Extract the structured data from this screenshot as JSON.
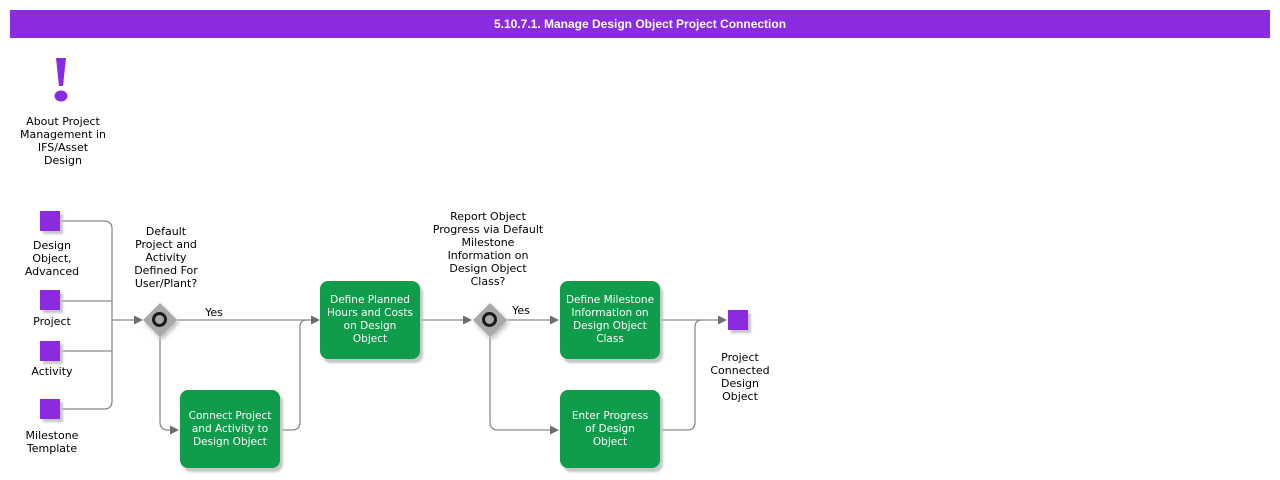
{
  "title": "5.10.7.1. Manage Design Object Project Connection",
  "colors": {
    "purple": "#8A2BE2",
    "green": "#0F9C4B",
    "line": "#8a8a8a",
    "arrow": "#6e6e6e",
    "diamond": "#a9a9a9"
  },
  "about": {
    "label": "About Project\nManagement in\nIFS/Asset\nDesign"
  },
  "inputs": [
    {
      "label": "Design\nObject,\nAdvanced"
    },
    {
      "label": "Project"
    },
    {
      "label": "Activity"
    },
    {
      "label": "Milestone\nTemplate"
    }
  ],
  "decisions": [
    {
      "question": "Default\nProject and\nActivity\nDefined For\nUser/Plant?",
      "yes_label": "Yes"
    },
    {
      "question": "Report Object\nProgress via Default\nMilestone\nInformation on\nDesign Object\nClass?",
      "yes_label": "Yes"
    }
  ],
  "activities": [
    {
      "label": "Define Planned\nHours and Costs\non Design\nObject"
    },
    {
      "label": "Connect Project\nand Activity to\nDesign Object"
    },
    {
      "label": "Define Milestone\nInformation on\nDesign Object\nClass"
    },
    {
      "label": "Enter Progress\nof Design\nObject"
    }
  ],
  "output": {
    "label": "Project\nConnected\nDesign\nObject"
  }
}
